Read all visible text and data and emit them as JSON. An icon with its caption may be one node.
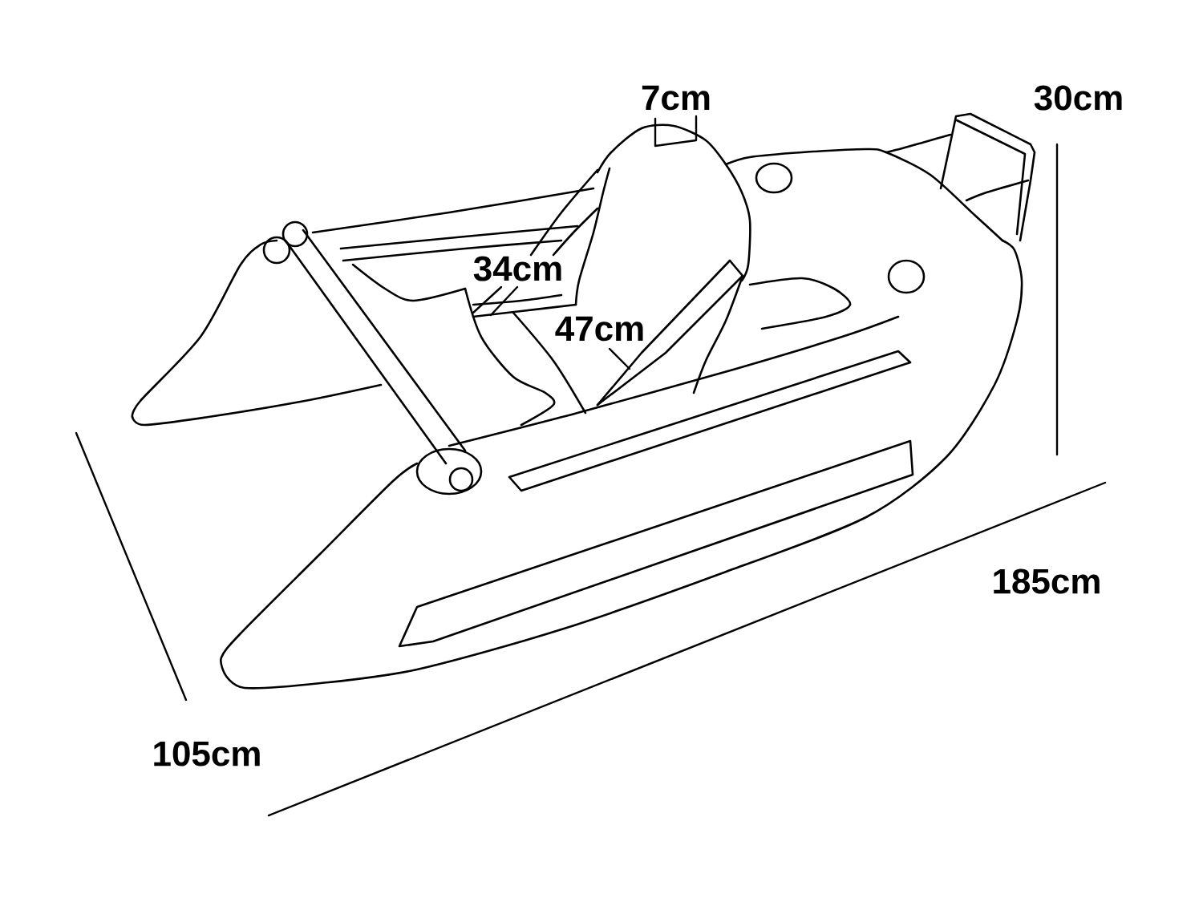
{
  "diagram": {
    "labels": [
      "7cm",
      "30cm",
      "34cm",
      "47cm",
      "185cm",
      "105cm"
    ]
  }
}
